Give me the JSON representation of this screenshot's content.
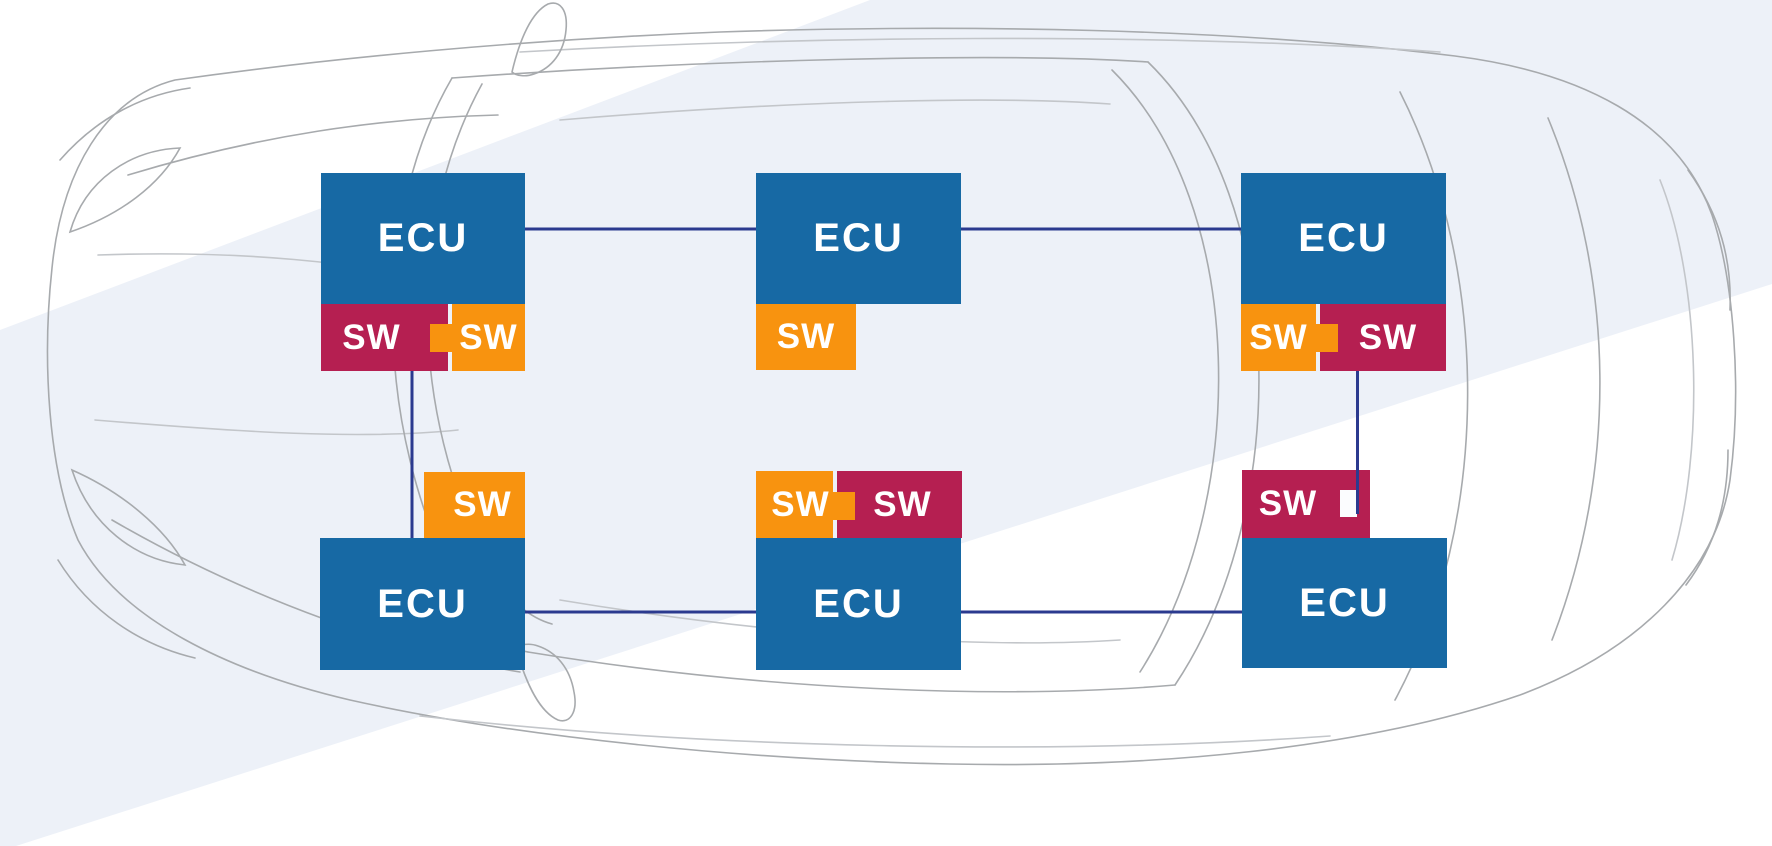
{
  "diagram": {
    "description": "Top view of a car with six networked ECUs; software (SW) modules plug into ECUs like puzzle pieces, one socket left empty",
    "labels": {
      "ecu": "ECU",
      "sw": "SW"
    },
    "colors": {
      "ecu_blue": "#1769a4",
      "sw_orange": "#f8930f",
      "sw_crimson": "#b51f51",
      "bus_line_navy": "#2b3a8f",
      "background_band": "#edf1f8",
      "background_white": "#ffffff",
      "car_outline_gray": "#a7aaad"
    },
    "groups": [
      {
        "id": "front-left",
        "ecu": {
          "label": "ECU"
        },
        "sw": [
          {
            "label": "SW",
            "color": "crimson"
          },
          {
            "label": "SW",
            "color": "orange"
          }
        ]
      },
      {
        "id": "front-middle",
        "ecu": {
          "label": "ECU"
        },
        "sw": [
          {
            "label": "SW",
            "color": "orange"
          }
        ]
      },
      {
        "id": "front-right",
        "ecu": {
          "label": "ECU"
        },
        "sw": [
          {
            "label": "SW",
            "color": "orange"
          },
          {
            "label": "SW",
            "color": "crimson"
          }
        ]
      },
      {
        "id": "rear-left",
        "ecu": {
          "label": "ECU"
        },
        "sw": [
          {
            "label": "SW",
            "color": "orange"
          }
        ]
      },
      {
        "id": "rear-middle",
        "ecu": {
          "label": "ECU"
        },
        "sw": [
          {
            "label": "SW",
            "color": "orange"
          },
          {
            "label": "SW",
            "color": "crimson"
          }
        ]
      },
      {
        "id": "rear-right",
        "ecu": {
          "label": "ECU"
        },
        "sw": [
          {
            "label": "SW",
            "color": "crimson",
            "empty_socket": true
          }
        ]
      }
    ],
    "connections": [
      {
        "id": "front-bus",
        "type": "horizontal",
        "from": "front-left ECU",
        "to": "front-right ECU"
      },
      {
        "id": "rear-bus",
        "type": "horizontal",
        "from": "rear-left ECU",
        "to": "rear-right ECU"
      },
      {
        "id": "left-link",
        "type": "vertical",
        "from": "front-left SW",
        "to": "rear-left ECU"
      },
      {
        "id": "right-link",
        "type": "vertical",
        "from": "front-right SW",
        "to": "rear-right SW socket"
      }
    ]
  }
}
